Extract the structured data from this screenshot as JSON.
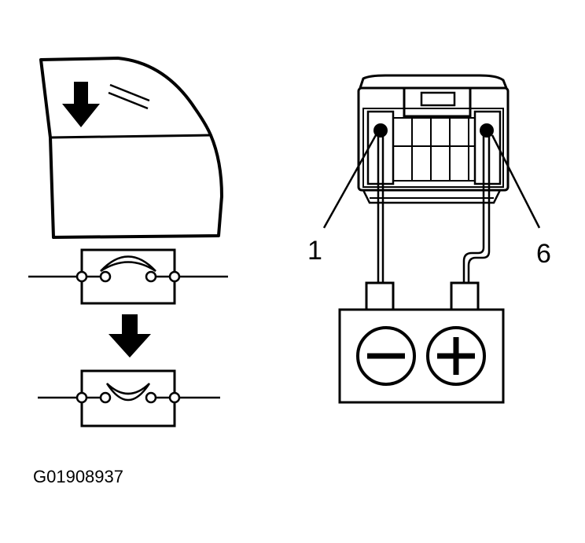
{
  "labels": {
    "pin_left": "1",
    "pin_right": "6",
    "figure_code": "G01908937"
  },
  "icons": {
    "window_down_arrow": "down-arrow-icon",
    "switch_down_arrow": "down-arrow-icon",
    "battery_negative": "minus-icon",
    "battery_positive": "plus-icon"
  },
  "colors": {
    "ink": "#000000",
    "background": "#ffffff"
  }
}
